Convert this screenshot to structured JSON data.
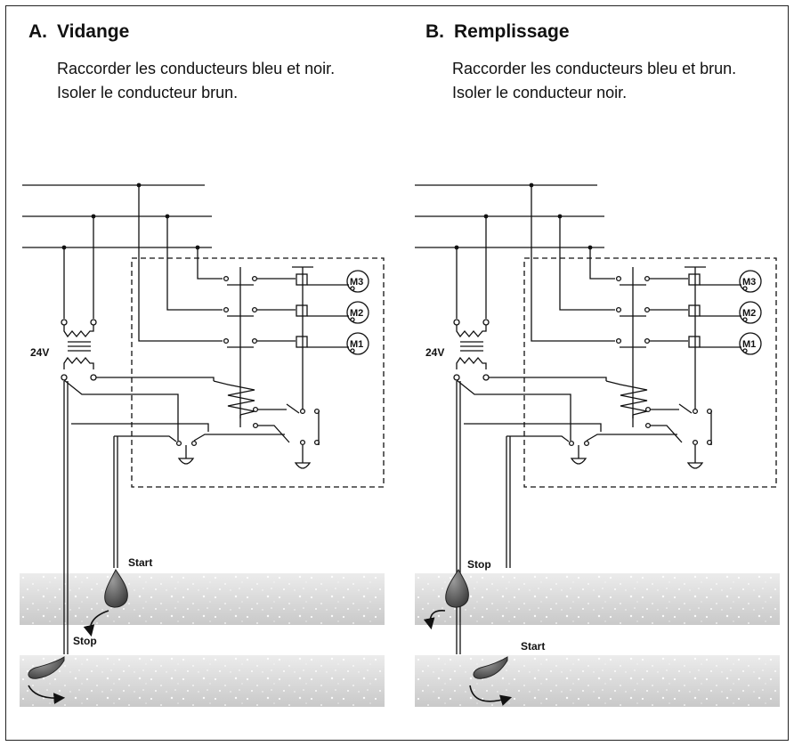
{
  "panel_a": {
    "letter": "A.",
    "title": "Vidange",
    "line1": "Raccorder les conducteurs bleu et noir.",
    "line2": "Isoler le conducteur brun.",
    "voltage_label": "24V",
    "upper_switch_label": "Start",
    "lower_switch_label": "Stop",
    "motor_labels": [
      "M3",
      "M2",
      "M1"
    ]
  },
  "panel_b": {
    "letter": "B.",
    "title": "Remplissage",
    "line1": "Raccorder les conducteurs bleu et brun.",
    "line2": "Isoler le conducteur noir.",
    "voltage_label": "24V",
    "upper_switch_label": "Stop",
    "lower_switch_label": "Start",
    "motor_labels": [
      "M3",
      "M2",
      "M1"
    ]
  },
  "colors": {
    "ink": "#111111",
    "liquid_band": "#d4d4d4",
    "float_body": "#555555"
  }
}
